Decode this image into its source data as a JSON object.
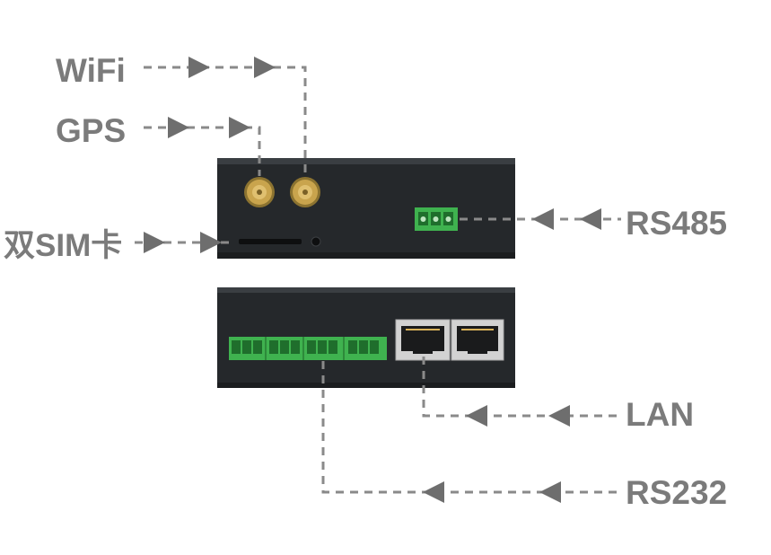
{
  "labels": {
    "wifi": "WiFi",
    "gps": "GPS",
    "sim": "双SIM卡",
    "rs485": "RS485",
    "lan": "LAN",
    "rs232": "RS232"
  },
  "colors": {
    "label_gray": "#7b7b7b",
    "line_gray": "#8a8a8a",
    "device_body": "#25282b",
    "terminal_green": "#3fb24f",
    "antenna_gold": "#c9a44d",
    "rj45_silver": "#d2d2d2"
  },
  "icons": [
    "antenna-connector",
    "sim-slot",
    "terminal-block",
    "rj45-port",
    "arrow-right",
    "arrow-left"
  ]
}
